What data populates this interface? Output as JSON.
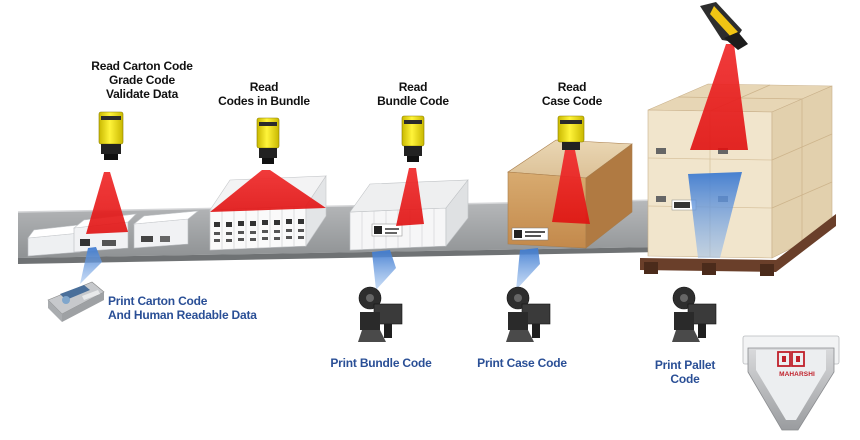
{
  "labels": {
    "read_carton": [
      "Read Carton Code",
      "Grade Code",
      "Validate Data"
    ],
    "read_bundle_codes": [
      "Read",
      "Codes in Bundle"
    ],
    "read_bundle_code": [
      "Read",
      "Bundle Code"
    ],
    "read_case": [
      "Read",
      "Case Code"
    ],
    "print_carton": [
      "Print Carton Code",
      "And Human Readable Data"
    ],
    "print_bundle": "Print Bundle Code",
    "print_case": "Print Case Code",
    "print_pallet": [
      "Print Pallet",
      "Code"
    ]
  },
  "logo": {
    "text": "MAHARSHI"
  },
  "colors": {
    "scan_beam": "#e31414",
    "print_beam": "#5b8fd6",
    "camera_body": "#f2e21a",
    "label_blue": "#2a4f96",
    "carton_brown": "#c9935a",
    "logo_red": "#c0202a"
  }
}
